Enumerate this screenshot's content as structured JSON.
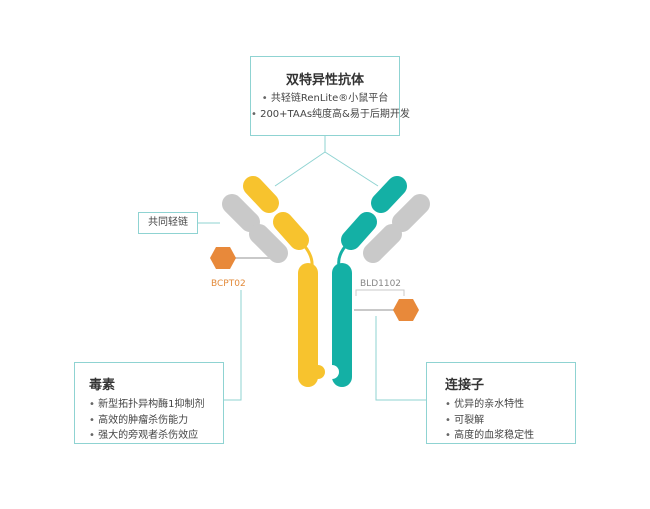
{
  "top_box": {
    "title": "双特异性抗体",
    "items": [
      "共轻链RenLite®小鼠平台",
      "200+TAAs纯度高&易于后期开发"
    ]
  },
  "light_chain_label": "共同轻链",
  "payload_left_label": "BCPT02",
  "payload_right_label": "BLD1102",
  "toxin_box": {
    "title": "毒素",
    "items": [
      "新型拓扑异构酶1抑制剂",
      "高效的肿瘤杀伤能力",
      "强大的旁观者杀伤效应"
    ]
  },
  "linker_box": {
    "title": "连接子",
    "items": [
      "优异的亲水特性",
      "可裂解",
      "高度的血浆稳定性"
    ]
  },
  "colors": {
    "border": "#8fd3d2",
    "heavy_chain_left": "#f7c32e",
    "heavy_chain_right": "#14b0a5",
    "light_chain": "#c9c9c9",
    "payload": "#e8893a",
    "connector_line": "#8fd3d2"
  }
}
